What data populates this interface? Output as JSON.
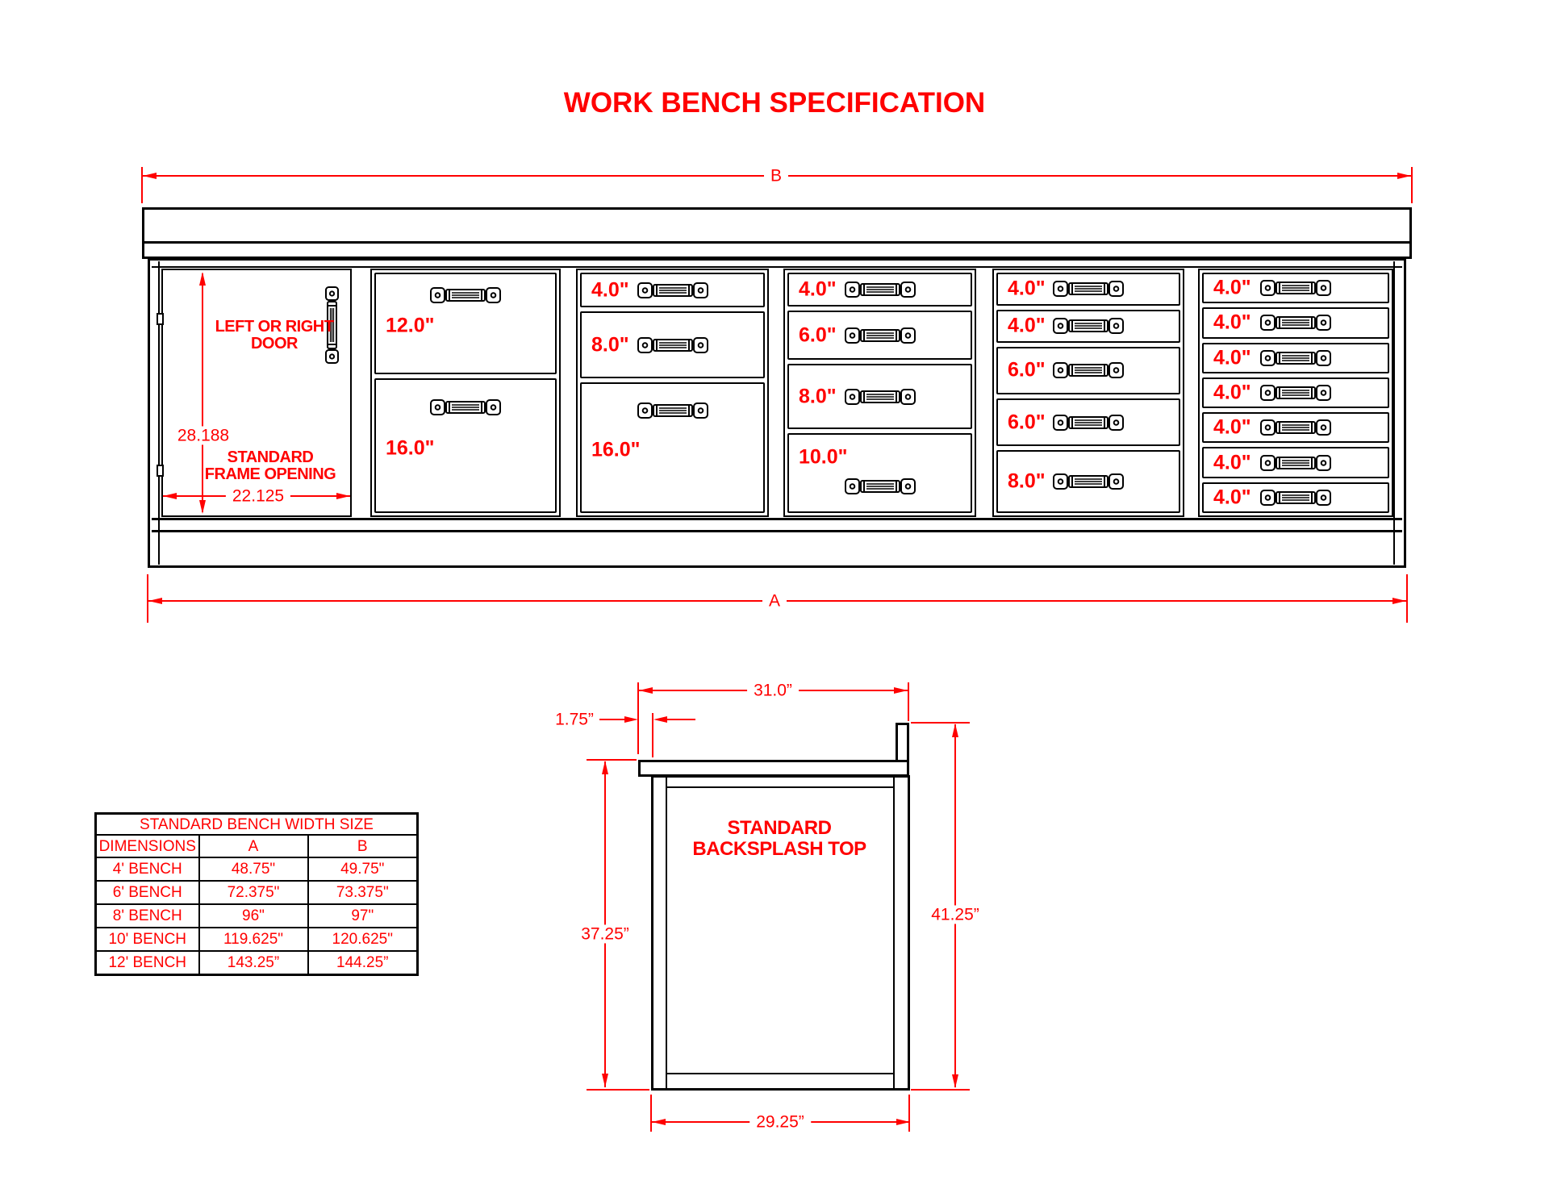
{
  "title": "WORK BENCH SPECIFICATION",
  "colors": {
    "accent": "#ff0000",
    "line": "#000000",
    "background": "#ffffff"
  },
  "front_view": {
    "width_dim_top": "B",
    "width_dim_bottom": "A",
    "door": {
      "door_label_line1": "LEFT OR RIGHT",
      "door_label_line2": "DOOR",
      "opening_height": "28.188",
      "opening_width": "22.125",
      "opening_label_line1": "STANDARD",
      "opening_label_line2": "FRAME OPENING"
    },
    "drawer_sections": [
      {
        "drawers": [
          {
            "label": "12.0\"",
            "inches": 12
          },
          {
            "label": "16.0\"",
            "inches": 16
          }
        ]
      },
      {
        "drawers": [
          {
            "label": "4.0\"",
            "inches": 4
          },
          {
            "label": "8.0\"",
            "inches": 8
          },
          {
            "label": "16.0\"",
            "inches": 16
          }
        ]
      },
      {
        "drawers": [
          {
            "label": "4.0\"",
            "inches": 4
          },
          {
            "label": "6.0\"",
            "inches": 6
          },
          {
            "label": "8.0\"",
            "inches": 8
          },
          {
            "label": "10.0\"",
            "inches": 10
          }
        ]
      },
      {
        "drawers": [
          {
            "label": "4.0\"",
            "inches": 4
          },
          {
            "label": "4.0\"",
            "inches": 4
          },
          {
            "label": "6.0\"",
            "inches": 6
          },
          {
            "label": "6.0\"",
            "inches": 6
          },
          {
            "label": "8.0\"",
            "inches": 8
          }
        ]
      },
      {
        "drawers": [
          {
            "label": "4.0\"",
            "inches": 4
          },
          {
            "label": "4.0\"",
            "inches": 4
          },
          {
            "label": "4.0\"",
            "inches": 4
          },
          {
            "label": "4.0\"",
            "inches": 4
          },
          {
            "label": "4.0\"",
            "inches": 4
          },
          {
            "label": "4.0\"",
            "inches": 4
          },
          {
            "label": "4.0\"",
            "inches": 4
          }
        ]
      }
    ]
  },
  "side_view": {
    "top_width": "31.0”",
    "overhang": "1.75”",
    "front_height": "37.25”",
    "back_height": "41.25”",
    "base_width": "29.25”",
    "label_line1": "STANDARD",
    "label_line2": "BACKSPLASH TOP"
  },
  "size_table": {
    "title": "STANDARD BENCH WIDTH SIZE",
    "columns": [
      "DIMENSIONS",
      "A",
      "B"
    ],
    "rows": [
      [
        "4' BENCH",
        "48.75\"",
        "49.75\""
      ],
      [
        "6' BENCH",
        "72.375\"",
        "73.375\""
      ],
      [
        "8' BENCH",
        "96\"",
        "97\""
      ],
      [
        "10' BENCH",
        "119.625\"",
        "120.625\""
      ],
      [
        "12' BENCH",
        "143.25”",
        "144.25”"
      ]
    ]
  }
}
